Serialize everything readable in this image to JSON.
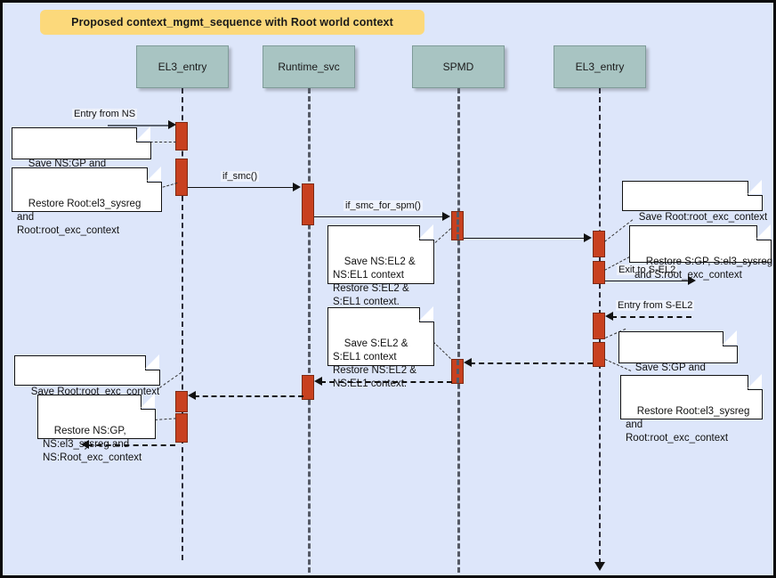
{
  "diagram": {
    "title": "Proposed context_mgmt_sequence with Root world context",
    "type": "uml-sequence-diagram",
    "background_color": "#dde6fa",
    "title_banner_color": "#fcd97b",
    "participant_color": "#a8c4c2",
    "activation_color": "#c8411f",
    "note_color": "#ffffff"
  },
  "participants": [
    {
      "id": "el3_entry_ns",
      "label": "EL3_entry"
    },
    {
      "id": "runtime_svc",
      "label": "Runtime_svc"
    },
    {
      "id": "spmd",
      "label": "SPMD"
    },
    {
      "id": "el3_entry_s",
      "label": "EL3_entry"
    }
  ],
  "messages": [
    {
      "id": "m1",
      "label": "Entry from NS"
    },
    {
      "id": "m2",
      "label": "if_smc()"
    },
    {
      "id": "m3",
      "label": "if_smc_for_spm()"
    },
    {
      "id": "m4",
      "label": ""
    },
    {
      "id": "m5",
      "label": "Exit to S-EL2"
    },
    {
      "id": "m6",
      "label": "Entry from S-EL2"
    },
    {
      "id": "m7",
      "label": ""
    },
    {
      "id": "m8",
      "label": ""
    },
    {
      "id": "m9",
      "label": ""
    },
    {
      "id": "m10",
      "label": ""
    }
  ],
  "notes": [
    {
      "id": "n1",
      "text": "Save NS:GP and\nNS:Root_exc_context"
    },
    {
      "id": "n2",
      "text": "Restore Root:el3_sysreg\nand\nRoot:root_exc_context"
    },
    {
      "id": "n3",
      "text": "Save NS:EL2 &\nNS:EL1 context\nRestore S:EL2 &\nS:EL1 context."
    },
    {
      "id": "n4",
      "text": "Save Root:root_exc_context"
    },
    {
      "id": "n5",
      "text": "Restore S:GP, S:el3_sysreg\nand S:root_exc_context"
    },
    {
      "id": "n6",
      "text": "Save S:EL2 &\nS:EL1 context\nRestore NS:EL2 &\nNS:EL1 context."
    },
    {
      "id": "n7",
      "text": "Save S:GP and\nS:root_exc_context"
    },
    {
      "id": "n8",
      "text": "Restore Root:el3_sysreg\nand\nRoot:root_exc_context"
    },
    {
      "id": "n9",
      "text": "Save Root:root_exc_context"
    },
    {
      "id": "n10",
      "text": "Restore NS:GP,\nNS:el3_sysreg and\nNS:Root_exc_context"
    }
  ]
}
